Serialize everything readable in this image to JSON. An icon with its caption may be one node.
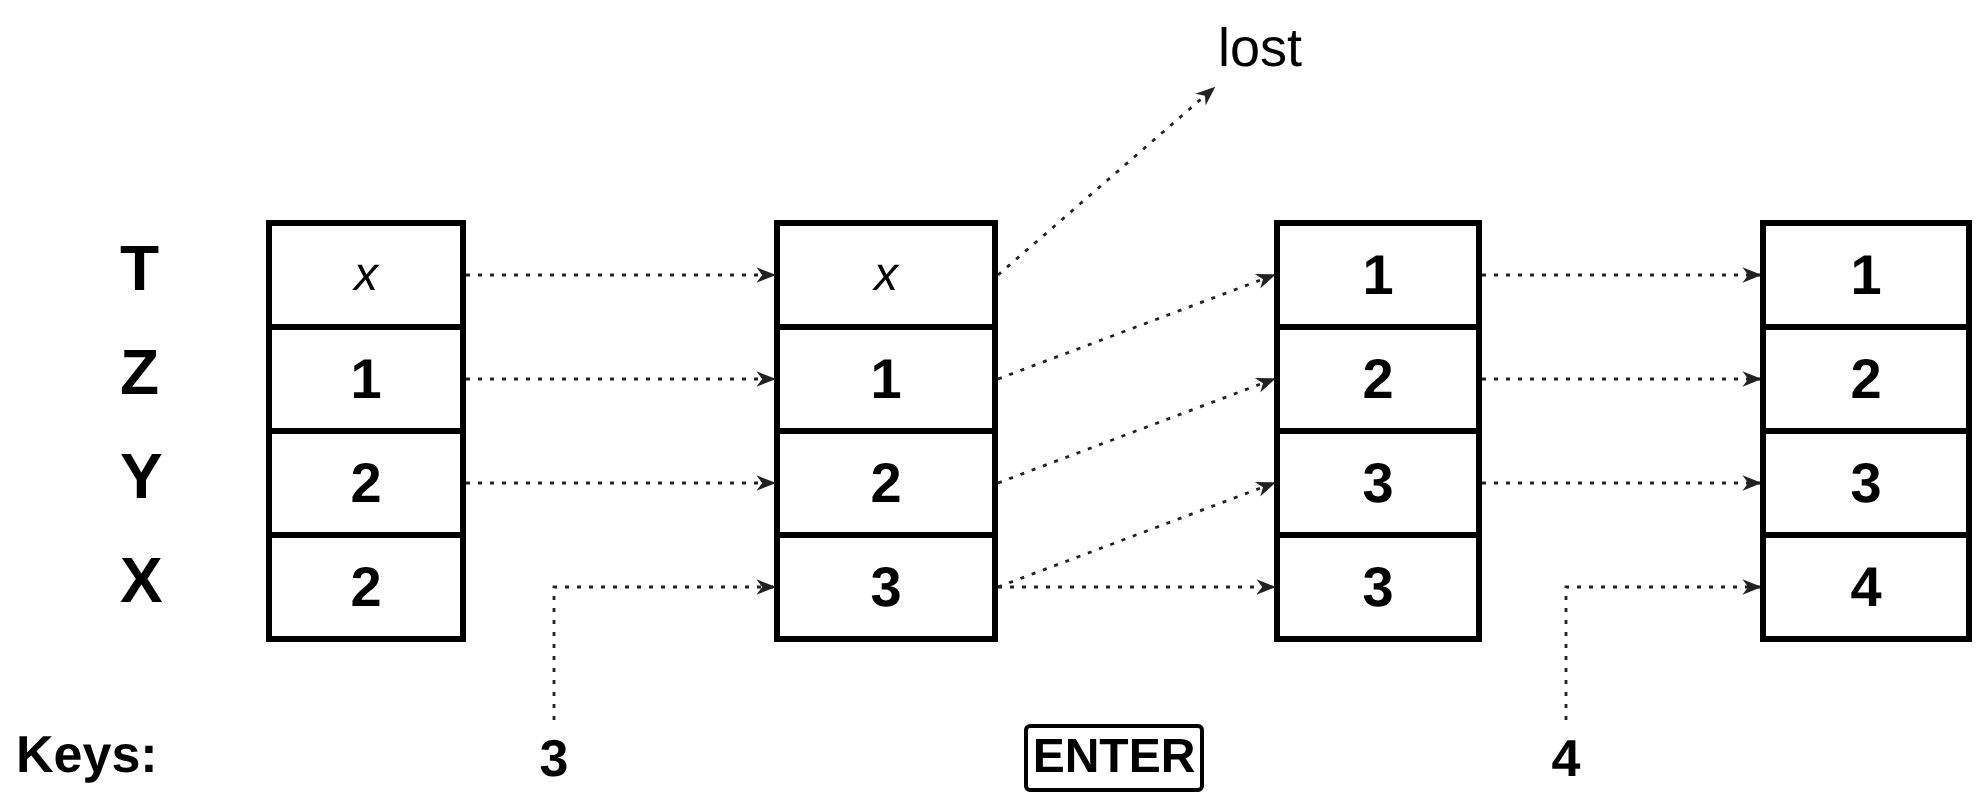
{
  "diagram": {
    "nodes": [
      {
        "text": [
          "x"
        ]
      },
      {
        "text": [
          "1"
        ]
      },
      {
        "text": [
          "2"
        ]
      },
      {
        "text": [
          "2"
        ]
      },
      {
        "text": [
          "x"
        ]
      },
      {
        "text": [
          "1"
        ]
      },
      {
        "text": [
          "2"
        ]
      },
      {
        "text": [
          "3"
        ]
      },
      {
        "text": [
          "1"
        ]
      },
      {
        "text": [
          "2"
        ]
      },
      {
        "text": [
          "3"
        ]
      },
      {
        "text": [
          "3"
        ]
      },
      {
        "text": [
          "1"
        ]
      },
      {
        "text": [
          "2"
        ]
      },
      {
        "text": [
          "3"
        ]
      },
      {
        "text": [
          "4"
        ]
      },
      {
        "text": [
          "lost"
        ]
      },
      {
        "text": [
          "3"
        ]
      },
      {
        "text": [
          "ENTER"
        ]
      },
      {
        "text": [
          "4"
        ]
      }
    ],
    "edges": [
      {
        "from": 0,
        "to": 4,
        "arrow": "to",
        "style": "dashed"
      },
      {
        "from": 1,
        "to": 5,
        "arrow": "to",
        "style": "dashed"
      },
      {
        "from": 2,
        "to": 6,
        "arrow": "to",
        "style": "dashed"
      },
      {
        "from": 17,
        "to": 7,
        "arrow": "to",
        "style": "dashed"
      },
      {
        "from": 4,
        "to": 16,
        "arrow": "to",
        "style": "dashed"
      },
      {
        "from": 5,
        "to": 8,
        "arrow": "to",
        "style": "dashed"
      },
      {
        "from": 6,
        "to": 9,
        "arrow": "to",
        "style": "dashed"
      },
      {
        "from": 7,
        "to": 10,
        "arrow": "to",
        "style": "dashed"
      },
      {
        "from": 7,
        "to": 11,
        "arrow": "to",
        "style": "dashed"
      },
      {
        "from": 8,
        "to": 12,
        "arrow": "to",
        "style": "dashed"
      },
      {
        "from": 9,
        "to": 13,
        "arrow": "to",
        "style": "dashed"
      },
      {
        "from": 10,
        "to": 14,
        "arrow": "to",
        "style": "dashed"
      },
      {
        "from": 19,
        "to": 15,
        "arrow": "to",
        "style": "dashed"
      }
    ],
    "labels": [
      "T",
      "Z",
      "Y",
      "X",
      "Keys:"
    ]
  }
}
